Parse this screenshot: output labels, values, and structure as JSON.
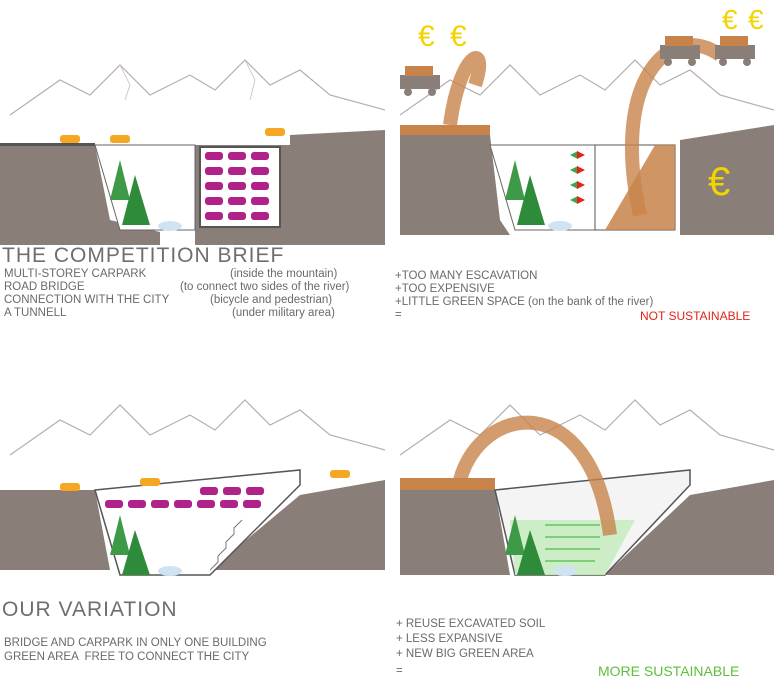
{
  "brief": {
    "title": "THE COMPETITION BRIEF",
    "items": [
      {
        "left": "MULTI-STOREY CARPARK",
        "right": "(inside the mountain)"
      },
      {
        "left": "ROAD BRIDGE",
        "right": "(to connect two sides of the river)"
      },
      {
        "left": "CONNECTION WITH THE CITY",
        "right": "(bicycle and pedestrian)"
      },
      {
        "left": "A TUNNELL",
        "right": "(under military area)"
      }
    ]
  },
  "critique": {
    "items": [
      "+TOO MANY ESCAVATION",
      "+TOO EXPENSIVE",
      "+LITTLE GREEN SPACE (on the bank of the river)"
    ],
    "equals": "=",
    "verdict": "NOT SUSTAINABLE",
    "verdict_color": "#e2231a"
  },
  "variation": {
    "title": "OUR VARIATION",
    "items": [
      "BRIDGE AND CARPARK IN ONLY ONE BUILDING",
      "GREEN AREA  FREE TO CONNECT THE CITY"
    ]
  },
  "benefits": {
    "items": [
      "+ REUSE EXCAVATED SOIL",
      "+ LESS EXPANSIVE",
      "+ NEW BIG GREEN AREA"
    ],
    "equals": "=",
    "verdict": "MORE SUSTAINABLE",
    "verdict_color": "#5fbf3a"
  },
  "symbols": {
    "euro": "€",
    "euro_color": "#f2d400"
  },
  "colors": {
    "ground": "#8a7f78",
    "soil": "#c8834a",
    "car_orange": "#f5a623",
    "car_magenta": "#b0228a",
    "tree": "#2e8b3a"
  }
}
